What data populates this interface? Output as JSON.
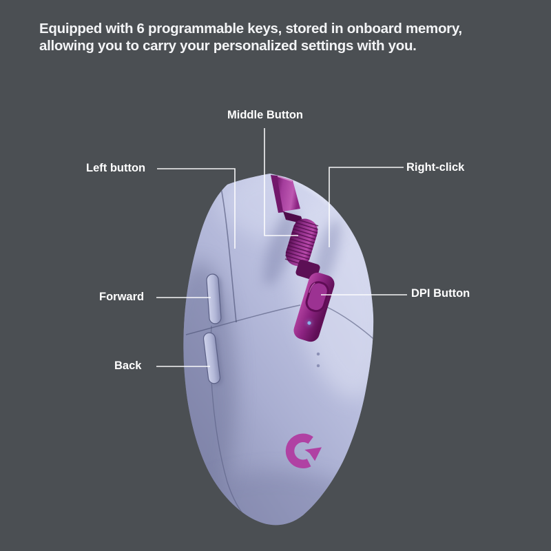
{
  "page": {
    "background_color": "#4b4f53"
  },
  "header": {
    "line1": "Equipped with 6 programmable keys, stored in onboard memory,",
    "line2": "allowing you to carry your personalized settings with you."
  },
  "callouts": {
    "middle": {
      "label": "Middle Button"
    },
    "left": {
      "label": "Left button"
    },
    "right": {
      "label": "Right-click"
    },
    "forward": {
      "label": "Forward"
    },
    "dpi": {
      "label": "DPI Button"
    },
    "back": {
      "label": "Back"
    }
  },
  "product": {
    "kind": "wireless gaming mouse",
    "body_color": "#b6bbdc",
    "accent_color": "#8c2b85",
    "logo_color": "#b041a3",
    "led_color": "#8ab2ea",
    "callout_line_color": "#ffffff"
  }
}
